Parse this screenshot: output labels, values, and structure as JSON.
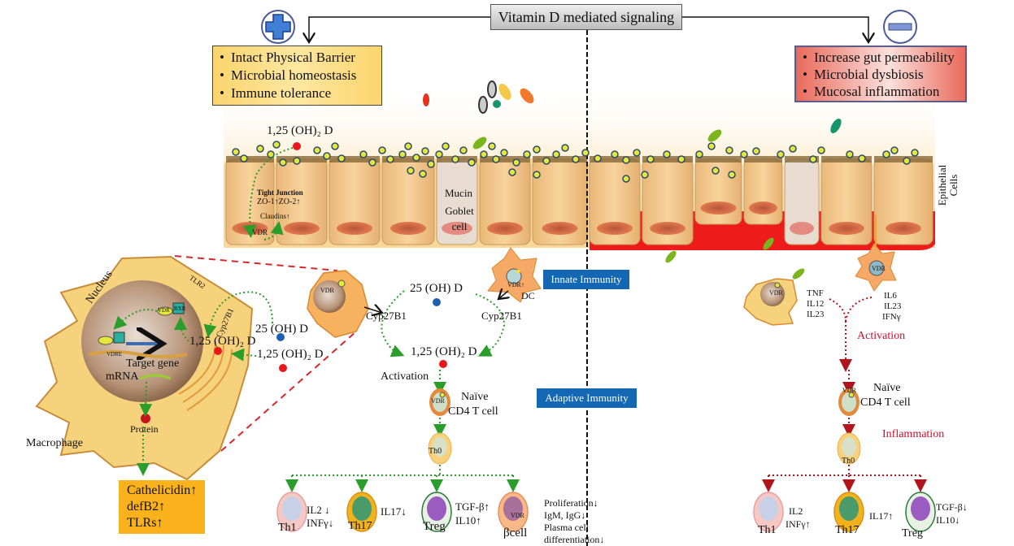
{
  "title": "Vitamin D mediated signaling",
  "colors": {
    "positive_box": "#fbd46d",
    "negative_box": "#e96a5c",
    "innate_label_bg": "#1367b3",
    "green_arrow": "#2a9d2a",
    "red_arrow": "#b0141c",
    "inflammation_text": "#c8102e",
    "orange_box": "#f9b21c"
  },
  "positive": {
    "icon": "plus-icon",
    "items": [
      "Intact Physical Barrier",
      "Microbial homeostasis",
      "Immune tolerance"
    ]
  },
  "negative": {
    "icon": "minus-icon",
    "items": [
      "Increase gut permeability",
      "Microbial dysbiosis",
      "Mucosal inflammation"
    ]
  },
  "epithelium": {
    "label": "Epithelial Cells",
    "ligand_top": "1,25 (OH)₂ D",
    "tight_junction": "Tight Junction",
    "zo": "ZO-1↑ZO-2↑",
    "claudins": "Claudins↑",
    "vdr": "VDR",
    "mucin": "Mucin",
    "goblet": "Goblet cell"
  },
  "macrophage": {
    "label": "Macrophage",
    "nucleus": "Nucleus",
    "tlr2": "TLR2",
    "cyp": "Cyp27B1",
    "vdr": "VDR",
    "rxr": "RXR",
    "vdre": "VDRE",
    "target_gene": "Target gene",
    "mrna": "mRNA",
    "protein": "Protein",
    "ligand_inner": "1,25 (OH)₂ D",
    "precursor": "25 (OH) D",
    "ligand_outer": "1,25 (OH)₂ D",
    "outputs": [
      "Cathelicidin↑",
      "defB2↑",
      "TLRs↑"
    ]
  },
  "innate": {
    "label": "Innate Immunity",
    "precursor": "25 (OH) D",
    "cyp_left": "Cyp27B1",
    "cyp_right": "Cyp27B1",
    "product": "1,25 (OH)₂ D",
    "dc_label": "DC",
    "dc_vdr": "VDR↑",
    "mac_vdr": "VDR"
  },
  "adaptive": {
    "label": "Adaptive Immunity",
    "activation": "Activation",
    "naive_line1": "Naïve",
    "naive_line2": "CD4 T cell",
    "vdr": "VDR",
    "th0": "Th0",
    "subsets": [
      {
        "name": "Th1",
        "effects": [
          "IL2 ↓",
          "INFγ↓"
        ]
      },
      {
        "name": "Th17",
        "effects": [
          "IL17↓"
        ]
      },
      {
        "name": "Treg",
        "effects": [
          "TGF-β↑",
          "IL10↑"
        ]
      },
      {
        "name": "βcell",
        "effects": [
          "Proliferation↓",
          "IgM, IgG↓",
          "Plasma cell",
          "differentiation↓"
        ]
      }
    ]
  },
  "right": {
    "mac_vdr": "VDR",
    "mac_cytokines": [
      "TNF",
      "IL12",
      "IL23"
    ],
    "dc_vdr": "VDR",
    "dc_cytokines": [
      "IL6",
      "IL23",
      "IFNγ"
    ],
    "activation": "Activation",
    "naive_line1": "Naïve",
    "naive_line2": "CD4 T cell",
    "vdr": "VDR",
    "inflammation": "Inflammation",
    "th0": "Th0",
    "subsets": [
      {
        "name": "Th1",
        "effects": [
          "IL2",
          "INFγ↑"
        ]
      },
      {
        "name": "Th17",
        "effects": [
          "IL17↑"
        ]
      },
      {
        "name": "Treg",
        "effects": [
          "TGF-β↓",
          "IL10↓"
        ]
      }
    ]
  }
}
